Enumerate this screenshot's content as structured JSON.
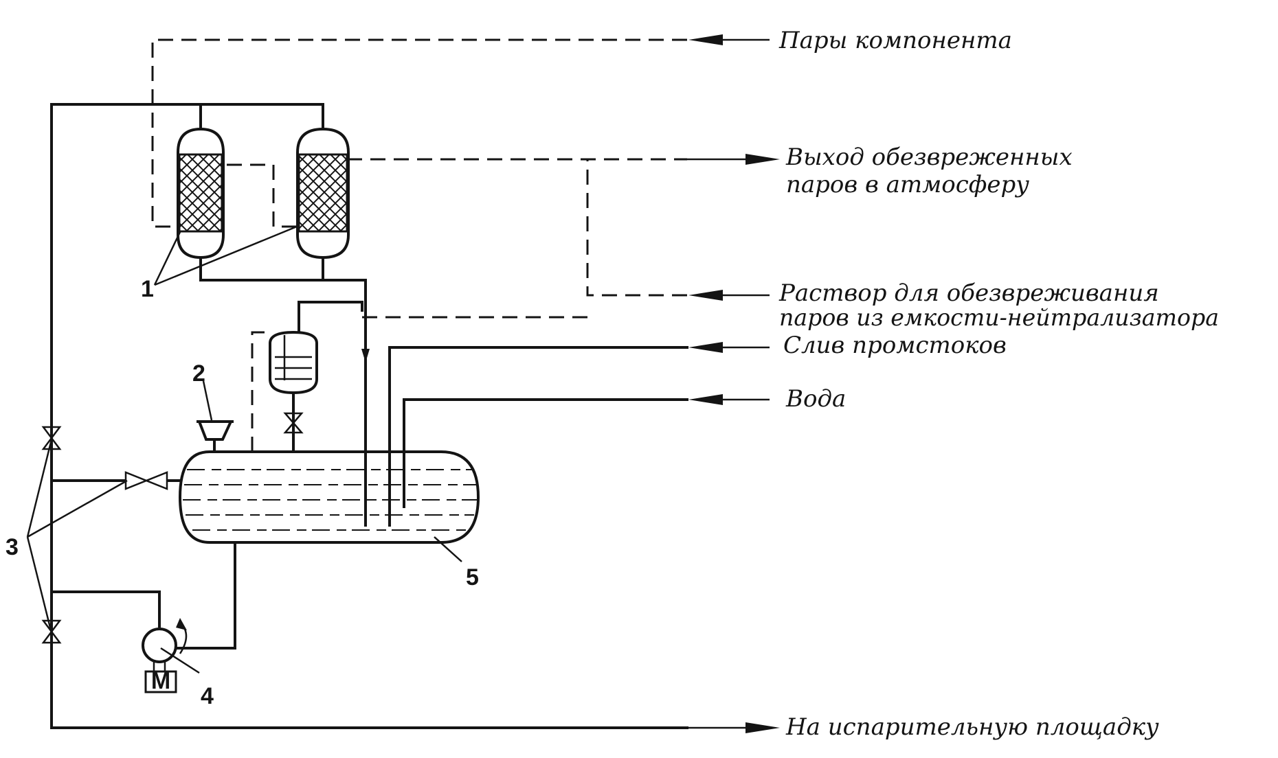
{
  "labels": {
    "component_vapors": "Пары компонента",
    "outlet_line1": "Выход обезвреженных",
    "outlet_line2": "паров в атмосферу",
    "solution_line1": "Раствор для обезвреживания",
    "solution_line2": "паров из емкости-нейтрализатора",
    "industrial_drain": "Слив промстоков",
    "water": "Вода",
    "to_evaporation_area": "На испарительную площадку"
  },
  "numbers": {
    "adsorbers": "1",
    "funnel": "2",
    "valves": "3",
    "pump": "4",
    "tank": "5",
    "motor": "М"
  }
}
